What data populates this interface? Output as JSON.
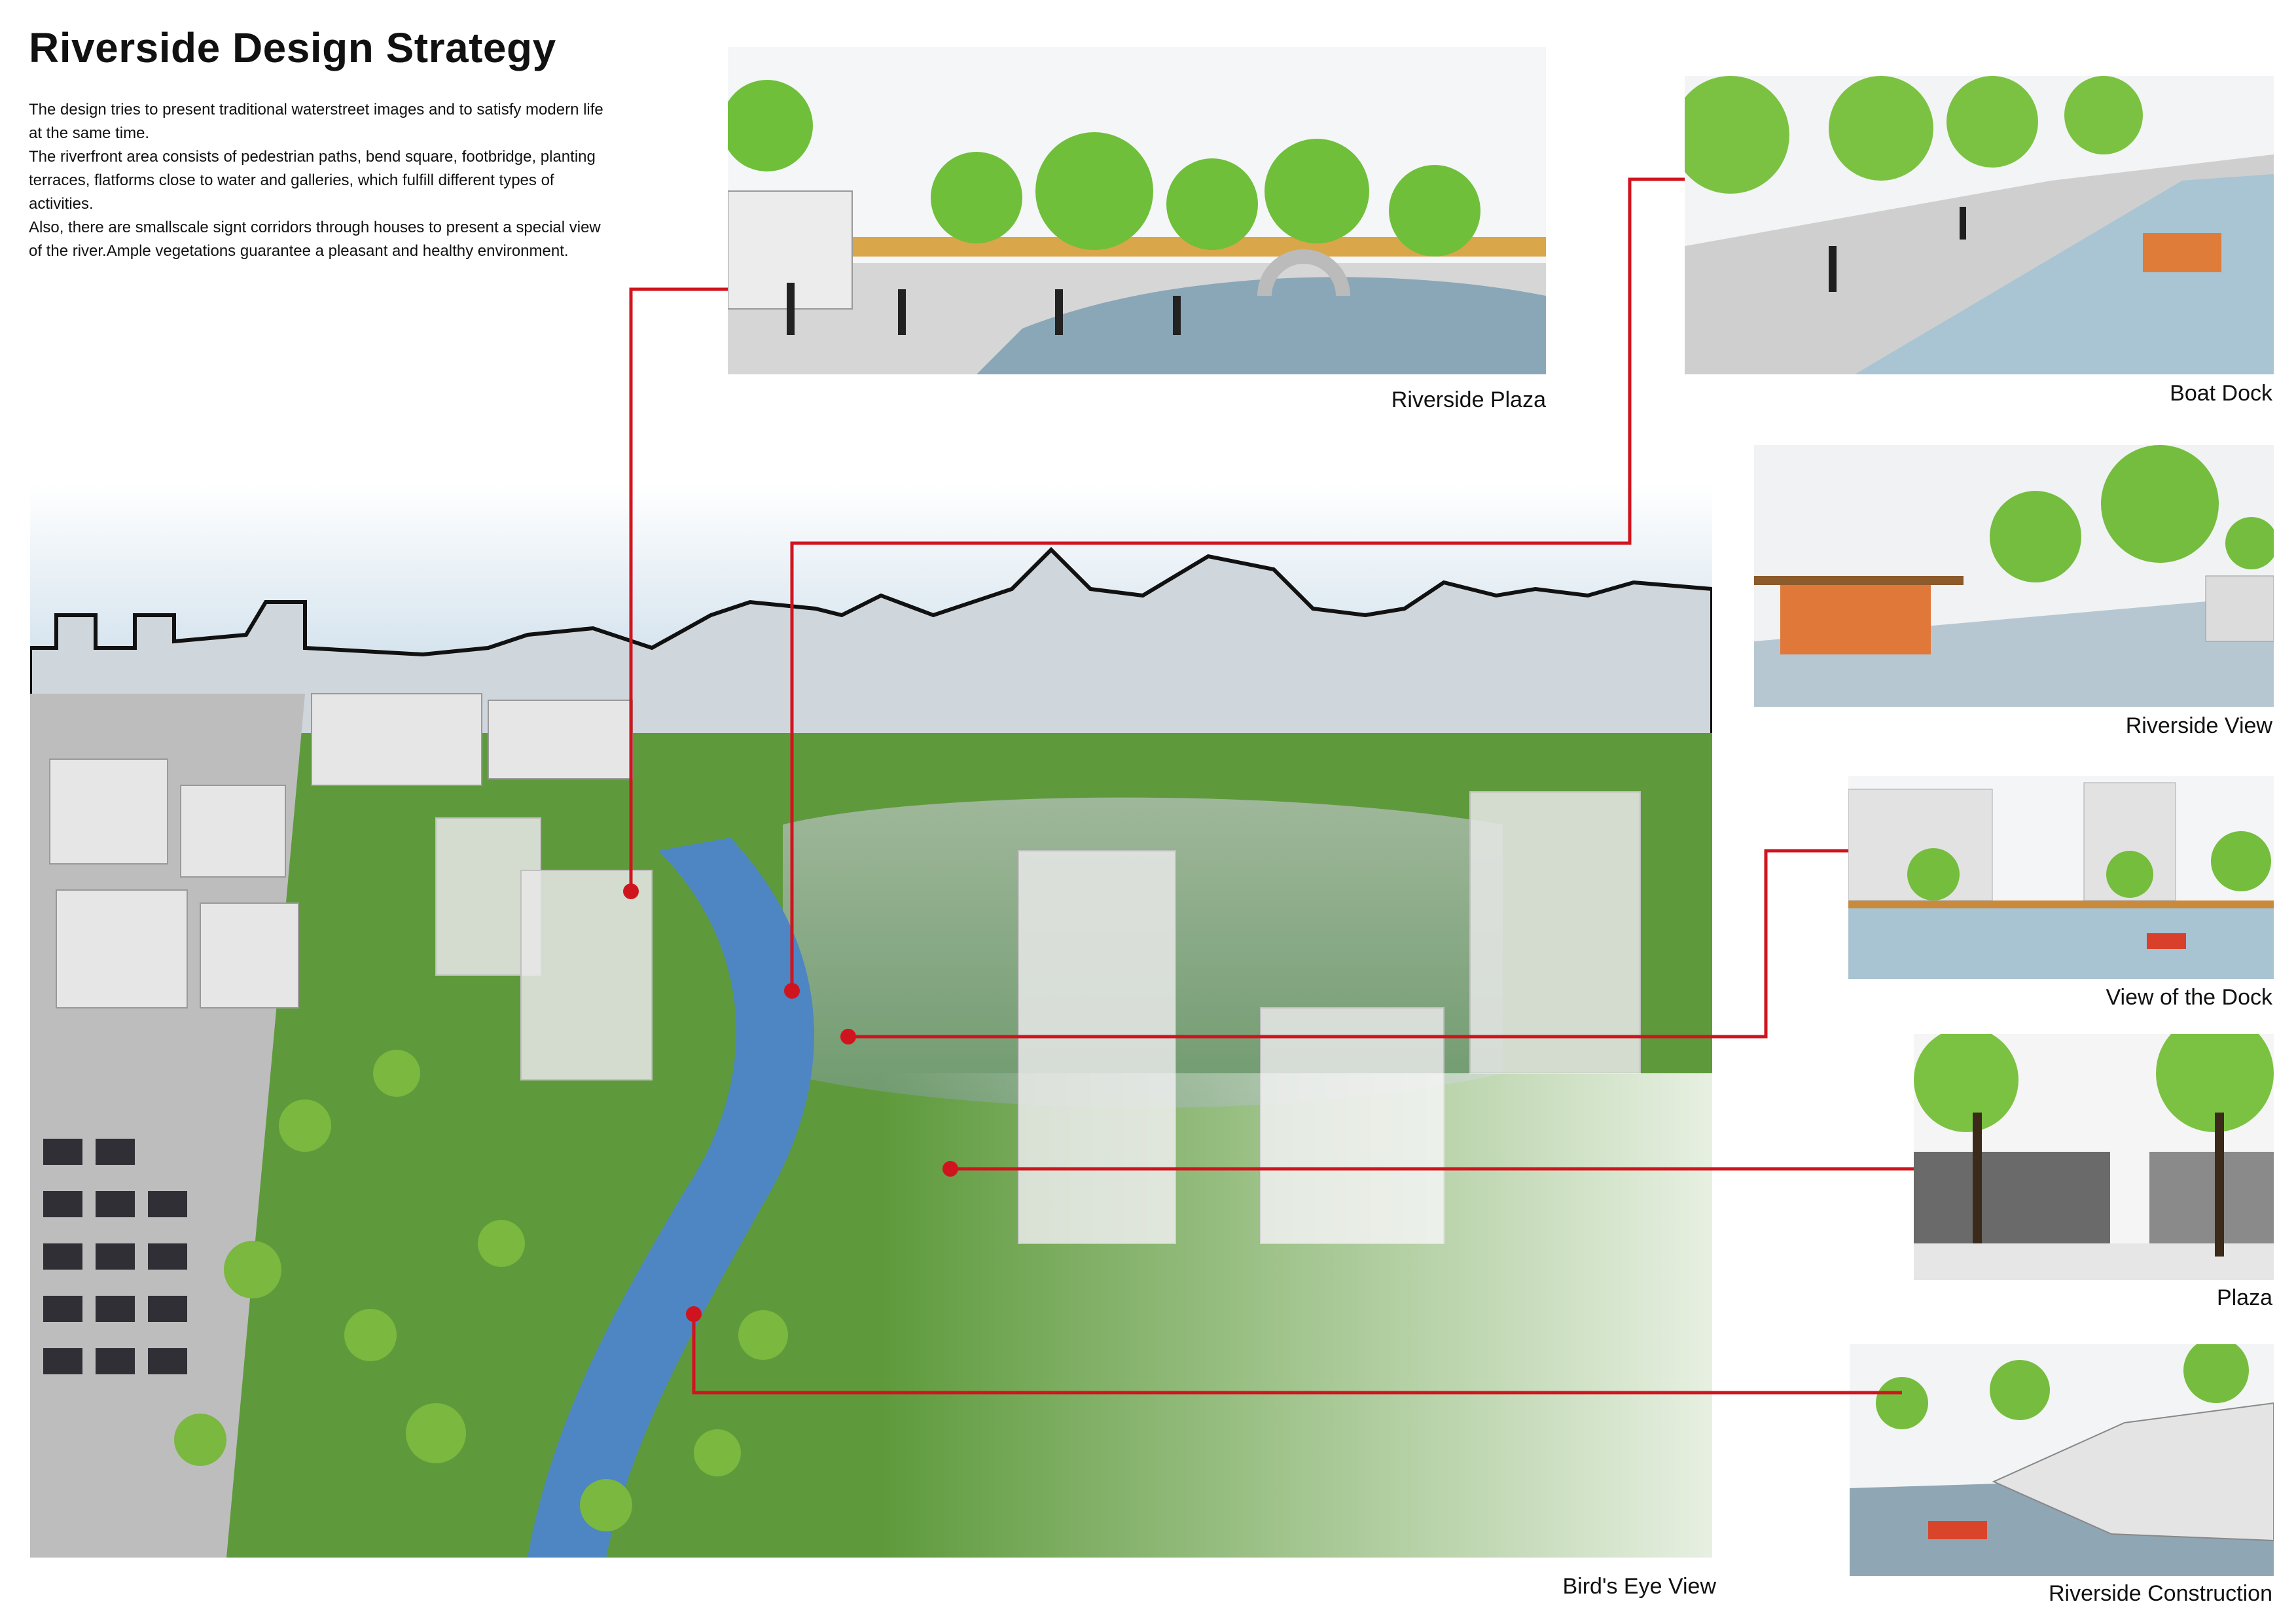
{
  "title": "Riverside Design Strategy",
  "description": [
    "The design tries to present traditional waterstreet images and to satisfy modern life at the same time.",
    "The riverfront area consists of pedestrian paths, bend square, footbridge, planting terraces, flatforms close to water and galleries, which fulfill different types of activities.",
    "Also, there are smallscale signt corridors through houses to present a special view of the river.Ample vegetations guarantee a pleasant and healthy environment."
  ],
  "captions": {
    "riverside_plaza": "Riverside Plaza",
    "boat_dock": "Boat Dock",
    "riverside_view": "Riverside View",
    "view_of_the_dock": "View of the Dock",
    "plaza": "Plaza",
    "riverside_construction": "Riverside Construction",
    "birds_eye_view": "Bird's Eye View"
  },
  "colors": {
    "leader_line": "#d0141e",
    "water": "#7fa9c6",
    "tree": "#6fbf3a",
    "building": "#d9d9d9",
    "roof_dark": "#3a3a3a"
  }
}
